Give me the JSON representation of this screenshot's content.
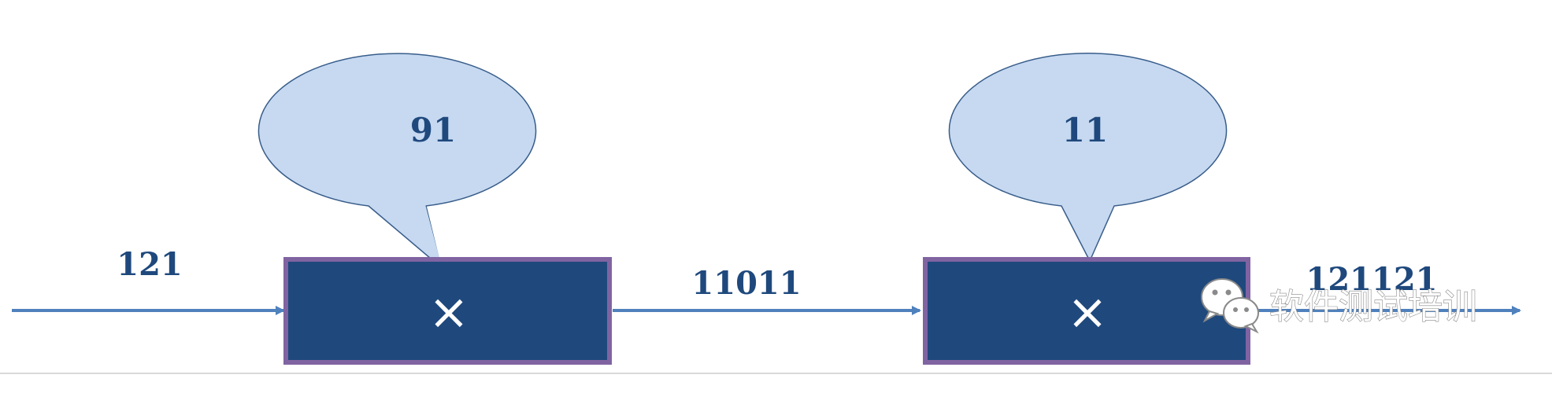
{
  "diagram": {
    "input_value": "121",
    "middle_value": "11011",
    "output_value": "121121",
    "stages": [
      {
        "operator": "×",
        "multiplier": "91"
      },
      {
        "operator": "×",
        "multiplier": "11"
      }
    ]
  },
  "watermark": {
    "text": "软件测试培训",
    "icon": "wechat-icon"
  },
  "colors": {
    "arrow": "#4f81bd",
    "box_fill": "#1f497d",
    "box_border": "#8064a2",
    "bubble_fill": "#c6d9f1",
    "bubble_stroke": "#385d8a",
    "label": "#1f497d",
    "divider": "#d9d9d9"
  }
}
